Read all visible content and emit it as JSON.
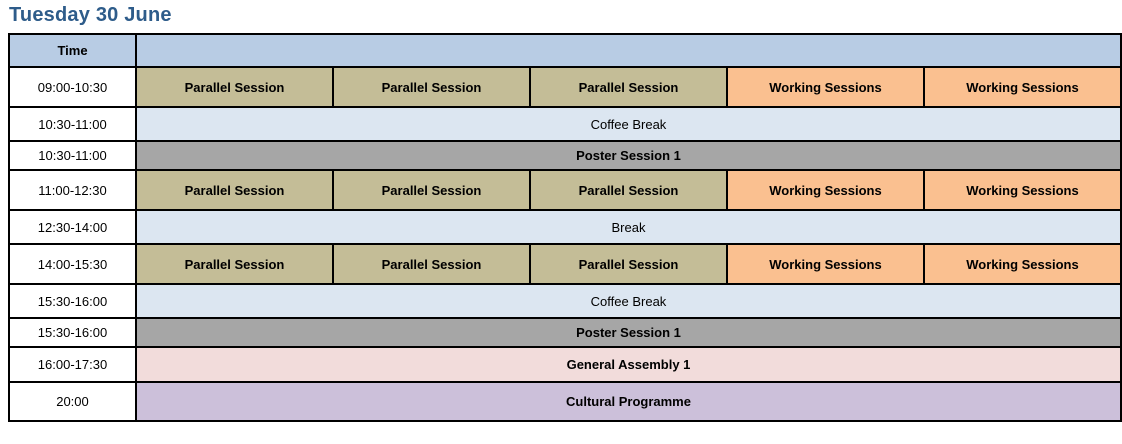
{
  "title": "Tuesday 30 June",
  "colors": {
    "title_blue": "#2E5C8A",
    "header_blue": "#B8CCE4",
    "parallel_khaki": "#C4BD97",
    "working_orange": "#FAC090",
    "break_lightblue": "#DCE6F1",
    "poster_gray": "#A6A6A6",
    "assembly_pink": "#F2DCDB",
    "cultural_purple": "#CCC0DA",
    "border_black": "#000000"
  },
  "table": {
    "time_header": "Time",
    "rows": [
      {
        "time": "09:00-10:30",
        "kind": "sessions",
        "cells": [
          {
            "label": "Parallel Session",
            "style": "parallel"
          },
          {
            "label": "Parallel Session",
            "style": "parallel"
          },
          {
            "label": "Parallel Session",
            "style": "parallel"
          },
          {
            "label": "Working Sessions",
            "style": "working"
          },
          {
            "label": "Working Sessions",
            "style": "working"
          }
        ]
      },
      {
        "time": "10:30-11:00",
        "kind": "full",
        "label": "Coffee Break",
        "style": "break"
      },
      {
        "time": "10:30-11:00",
        "kind": "full",
        "label": "Poster Session 1",
        "style": "poster"
      },
      {
        "time": "11:00-12:30",
        "kind": "sessions",
        "cells": [
          {
            "label": "Parallel Session",
            "style": "parallel"
          },
          {
            "label": "Parallel Session",
            "style": "parallel"
          },
          {
            "label": "Parallel Session",
            "style": "parallel"
          },
          {
            "label": "Working Sessions",
            "style": "working"
          },
          {
            "label": "Working Sessions",
            "style": "working"
          }
        ]
      },
      {
        "time": "12:30-14:00",
        "kind": "full",
        "label": "Break",
        "style": "break"
      },
      {
        "time": "14:00-15:30",
        "kind": "sessions",
        "cells": [
          {
            "label": "Parallel Session",
            "style": "parallel"
          },
          {
            "label": "Parallel Session",
            "style": "parallel"
          },
          {
            "label": "Parallel Session",
            "style": "parallel"
          },
          {
            "label": "Working Sessions",
            "style": "working"
          },
          {
            "label": "Working Sessions",
            "style": "working"
          }
        ]
      },
      {
        "time": "15:30-16:00",
        "kind": "full",
        "label": "Coffee Break",
        "style": "break"
      },
      {
        "time": "15:30-16:00",
        "kind": "full",
        "label": "Poster Session 1",
        "style": "poster"
      },
      {
        "time": "16:00-17:30",
        "kind": "full",
        "label": "General Assembly 1",
        "style": "assembly"
      },
      {
        "time": "20:00",
        "kind": "full",
        "label": "Cultural Programme",
        "style": "cultural"
      }
    ]
  }
}
